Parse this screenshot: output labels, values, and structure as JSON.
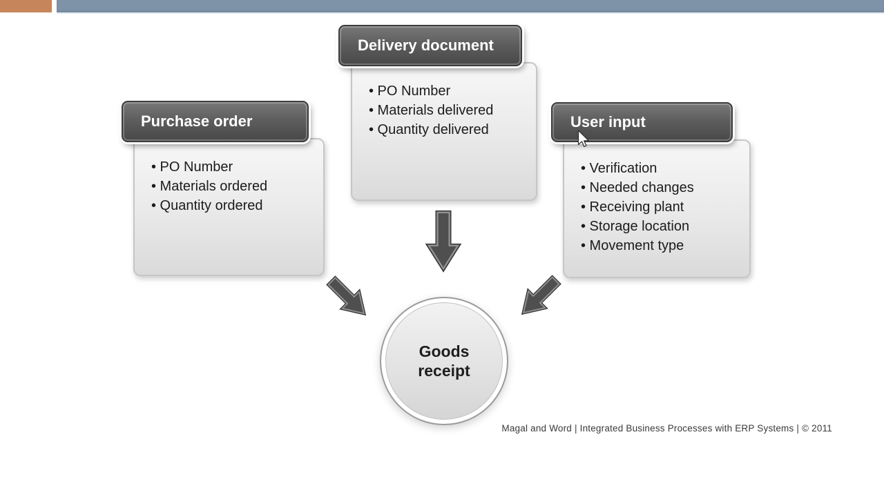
{
  "colors": {
    "accent_orange": "#C6855A",
    "band_blue": "#7E93A8",
    "header_gray": "#4f4f4f",
    "body_gray": "#e9e9e9"
  },
  "list_bullet": "•",
  "boxes": [
    {
      "title": "Purchase order",
      "items": [
        "PO Number",
        "Materials ordered",
        "Quantity ordered"
      ]
    },
    {
      "title": "Delivery document",
      "items": [
        "PO Number",
        "Materials delivered",
        "Quantity delivered"
      ]
    },
    {
      "title": "User input",
      "items": [
        "Verification",
        "Needed changes",
        "Receiving plant",
        "Storage location",
        "Movement type"
      ]
    }
  ],
  "center_node": {
    "line1": "Goods",
    "line2": "receipt"
  },
  "footer": {
    "citation": "Magal and Word | Integrated Business Processes with ERP Systems | © 2011"
  }
}
